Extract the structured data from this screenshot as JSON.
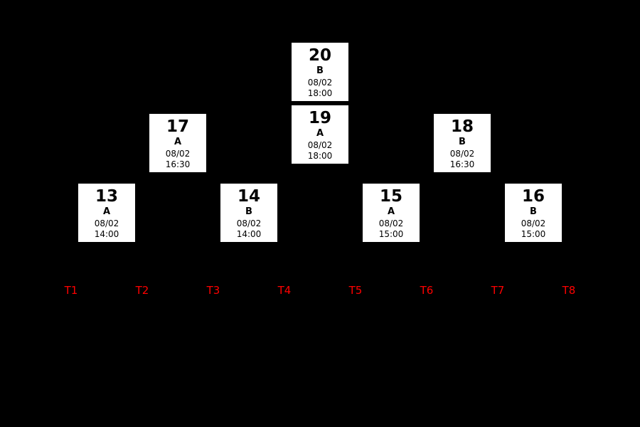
{
  "bracket": {
    "colors": {
      "background": "#000000",
      "match_box_bg": "#ffffff",
      "match_box_text": "#000000",
      "team_label": "#ff0000"
    },
    "matches": [
      {
        "number": "13",
        "group": "A",
        "date": "08/02",
        "time": "14:00"
      },
      {
        "number": "14",
        "group": "B",
        "date": "08/02",
        "time": "14:00"
      },
      {
        "number": "15",
        "group": "A",
        "date": "08/02",
        "time": "15:00"
      },
      {
        "number": "16",
        "group": "B",
        "date": "08/02",
        "time": "15:00"
      },
      {
        "number": "17",
        "group": "A",
        "date": "08/02",
        "time": "16:30"
      },
      {
        "number": "18",
        "group": "B",
        "date": "08/02",
        "time": "16:30"
      },
      {
        "number": "19",
        "group": "A",
        "date": "08/02",
        "time": "18:00"
      },
      {
        "number": "20",
        "group": "B",
        "date": "08/02",
        "time": "18:00"
      }
    ],
    "teams": [
      "T1",
      "T2",
      "T3",
      "T4",
      "T5",
      "T6",
      "T7",
      "T8"
    ]
  }
}
